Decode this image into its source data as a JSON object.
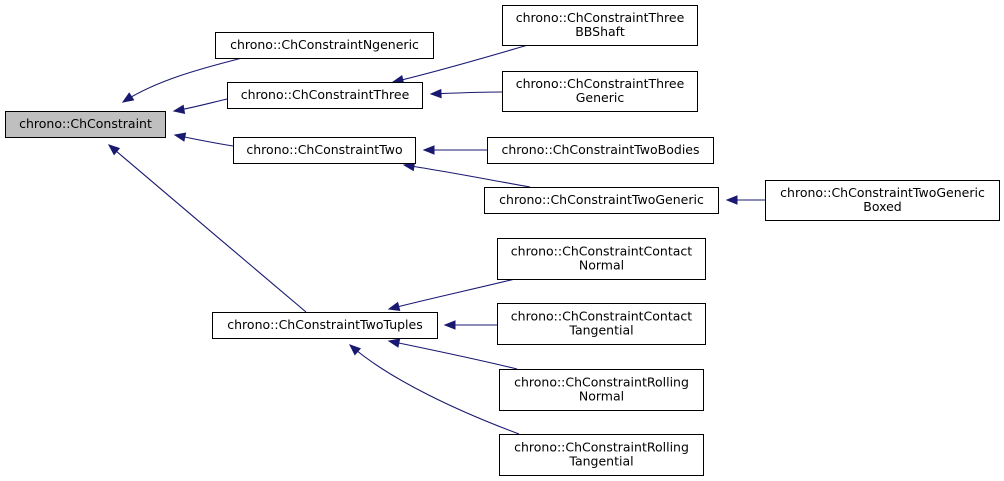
{
  "diagram": {
    "nodes": [
      {
        "id": "ChConstraint",
        "lines": [
          "chrono::ChConstraint"
        ],
        "root": true
      },
      {
        "id": "ChConstraintNgeneric",
        "lines": [
          "chrono::ChConstraintNgeneric"
        ]
      },
      {
        "id": "ChConstraintThree",
        "lines": [
          "chrono::ChConstraintThree"
        ]
      },
      {
        "id": "ChConstraintTwo",
        "lines": [
          "chrono::ChConstraintTwo"
        ]
      },
      {
        "id": "ChConstraintTwoTuples",
        "lines": [
          "chrono::ChConstraintTwoTuples"
        ]
      },
      {
        "id": "ChConstraintThreeBBShaft",
        "lines": [
          "chrono::ChConstraintThree",
          "BBShaft"
        ]
      },
      {
        "id": "ChConstraintThreeGeneric",
        "lines": [
          "chrono::ChConstraintThree",
          "Generic"
        ]
      },
      {
        "id": "ChConstraintTwoBodies",
        "lines": [
          "chrono::ChConstraintTwoBodies"
        ]
      },
      {
        "id": "ChConstraintTwoGeneric",
        "lines": [
          "chrono::ChConstraintTwoGeneric"
        ]
      },
      {
        "id": "ChConstraintTwoGenericBoxed",
        "lines": [
          "chrono::ChConstraintTwoGeneric",
          "Boxed"
        ]
      },
      {
        "id": "ChConstraintContactNormal",
        "lines": [
          "chrono::ChConstraintContact",
          "Normal"
        ]
      },
      {
        "id": "ChConstraintContactTangential",
        "lines": [
          "chrono::ChConstraintContact",
          "Tangential"
        ]
      },
      {
        "id": "ChConstraintRollingNormal",
        "lines": [
          "chrono::ChConstraintRolling",
          "Normal"
        ]
      },
      {
        "id": "ChConstraintRollingTangential",
        "lines": [
          "chrono::ChConstraintRolling",
          "Tangential"
        ]
      }
    ],
    "edges": [
      {
        "from": "ChConstraintNgeneric",
        "to": "ChConstraint"
      },
      {
        "from": "ChConstraintThree",
        "to": "ChConstraint"
      },
      {
        "from": "ChConstraintTwo",
        "to": "ChConstraint"
      },
      {
        "from": "ChConstraintTwoTuples",
        "to": "ChConstraint"
      },
      {
        "from": "ChConstraintThreeBBShaft",
        "to": "ChConstraintThree"
      },
      {
        "from": "ChConstraintThreeGeneric",
        "to": "ChConstraintThree"
      },
      {
        "from": "ChConstraintTwoBodies",
        "to": "ChConstraintTwo"
      },
      {
        "from": "ChConstraintTwoGeneric",
        "to": "ChConstraintTwo"
      },
      {
        "from": "ChConstraintTwoGenericBoxed",
        "to": "ChConstraintTwoGeneric"
      },
      {
        "from": "ChConstraintContactNormal",
        "to": "ChConstraintTwoTuples"
      },
      {
        "from": "ChConstraintContactTangential",
        "to": "ChConstraintTwoTuples"
      },
      {
        "from": "ChConstraintRollingNormal",
        "to": "ChConstraintTwoTuples"
      },
      {
        "from": "ChConstraintRollingTangential",
        "to": "ChConstraintTwoTuples"
      }
    ],
    "colors": {
      "edge": "#191970",
      "root_fill": "#bfbfbf",
      "node_fill": "#ffffff",
      "border": "#000000"
    }
  }
}
